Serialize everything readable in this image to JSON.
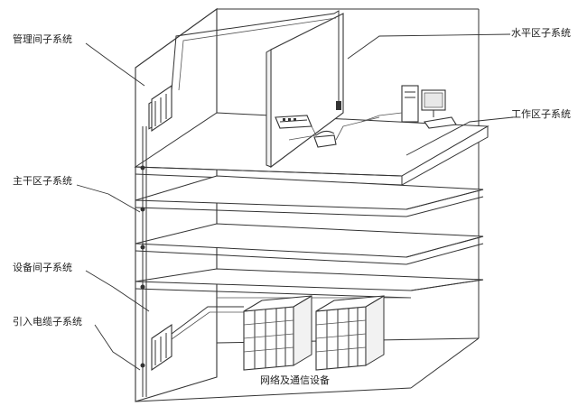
{
  "labels": {
    "telecom_room": "管理间子系统",
    "horizontal": "水平区子系统",
    "work_area": "工作区子系统",
    "backbone": "主干区子系统",
    "equipment_room": "设备间子系统",
    "entrance": "引入电缆子系统",
    "network_equipment": "网络及通信设备"
  },
  "colors": {
    "line": "#333333",
    "background": "#ffffff"
  }
}
